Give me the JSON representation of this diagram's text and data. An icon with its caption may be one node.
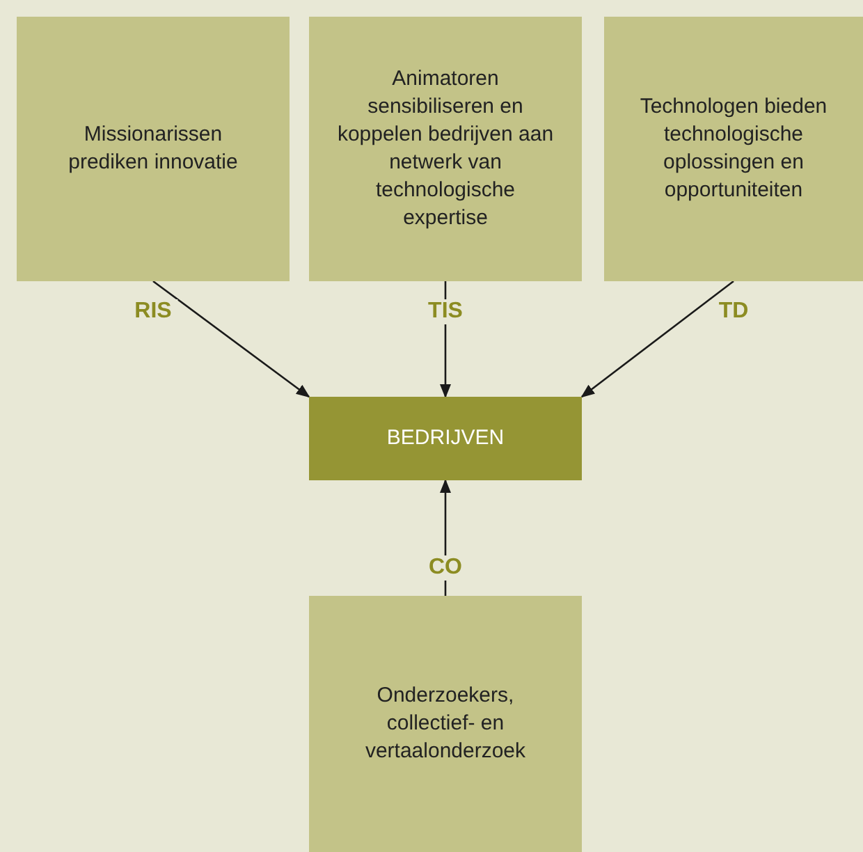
{
  "diagram": {
    "nodes": [
      {
        "text": [
          "Missionarissen prediken innovatie"
        ]
      },
      {
        "text": [
          "Animatoren sensibiliseren en koppelen bedrijven aan netwerk van technologische expertise"
        ]
      },
      {
        "text": [
          "Technologen bieden technologische oplossingen en opportuniteiten"
        ]
      },
      {
        "text": [
          "BEDRIJVEN"
        ]
      },
      {
        "text": [
          "Onderzoekers, collectief- en vertaalonderzoek"
        ]
      }
    ],
    "edges": [
      {
        "from": 0,
        "to": 3,
        "arrow": "to",
        "label": "RIS"
      },
      {
        "from": 1,
        "to": 3,
        "arrow": "to",
        "label": "TIS"
      },
      {
        "from": 2,
        "to": 3,
        "arrow": "to",
        "label": "TD"
      },
      {
        "from": 4,
        "to": 3,
        "arrow": "to",
        "label": "CO"
      }
    ]
  }
}
